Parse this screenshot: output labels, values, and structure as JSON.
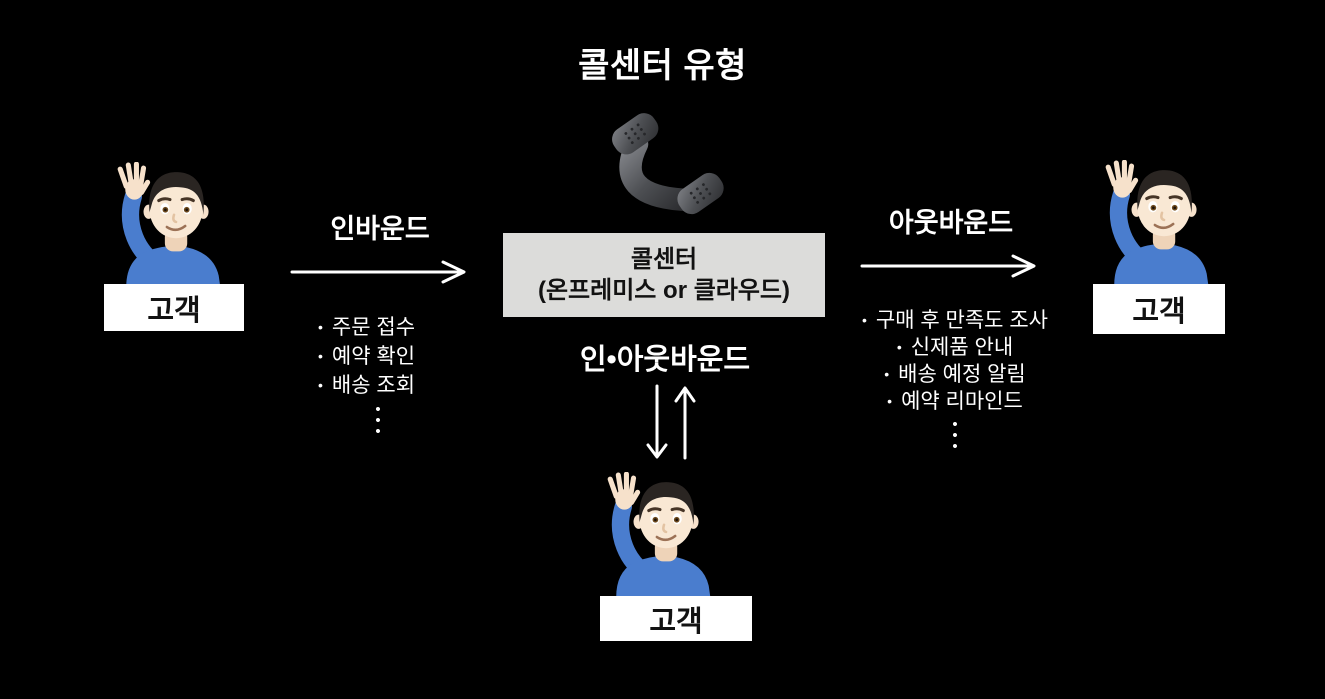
{
  "title": "콜센터 유형",
  "center": {
    "icon": "phone-receiver-icon",
    "box_line1": "콜센터",
    "box_line2": "(온프레미스 or 클라우드)"
  },
  "inbound": {
    "label": "인바운드",
    "items": [
      "주문 접수",
      "예약 확인",
      "배송 조회"
    ]
  },
  "outbound": {
    "label": "아웃바운드",
    "items": [
      "구매 후 만족도 조사",
      "신제품 안내",
      "배송 예정 알림",
      "예약 리마인드"
    ]
  },
  "inout": {
    "label": "인•아웃바운드"
  },
  "customers": {
    "icon": "person-raising-hand-icon",
    "left": "고객",
    "right": "고객",
    "bottom": "고객"
  },
  "ui": {
    "bullet": "•",
    "dot": "•"
  },
  "colors": {
    "background": "#000000",
    "text": "#ffffff",
    "center_box_bg": "#dcdcda",
    "box_text": "#121212",
    "label_box_bg": "#ffffff",
    "shirt_blue": "#4a7dce",
    "skin": "#f7e4cd",
    "hair": "#2a2522",
    "phone_gray": "#4d4f53"
  }
}
